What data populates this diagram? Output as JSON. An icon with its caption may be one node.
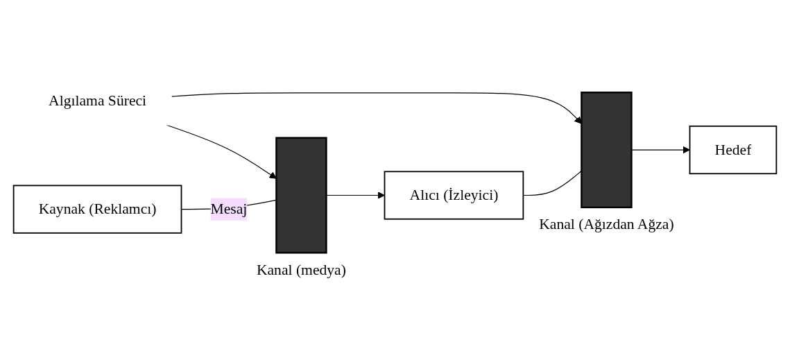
{
  "diagram": {
    "nodes": [
      {
        "text": [
          "Algılama Süreci"
        ]
      },
      {
        "text": [
          "Kaynak (Reklamcı)"
        ]
      },
      {
        "text": [],
        "shape": "bar",
        "beside": [
          "Kanal (medya)"
        ]
      },
      {
        "text": [
          "Alıcı (İzleyici)"
        ]
      },
      {
        "text": [],
        "shape": "bar",
        "beside": [
          "Kanal (Ağızdan Ağza)"
        ]
      },
      {
        "text": [
          "Hedef"
        ]
      }
    ],
    "edges": [
      {
        "from": 0,
        "to": 2,
        "arrow": "to"
      },
      {
        "from": 0,
        "to": 4,
        "arrow": "to"
      },
      {
        "from": 1,
        "to": 2,
        "arrow": "none",
        "label": "Mesaj"
      },
      {
        "from": 2,
        "to": 3,
        "arrow": "to"
      },
      {
        "from": 3,
        "to": 4,
        "arrow": "none"
      },
      {
        "from": 4,
        "to": 5,
        "arrow": "to"
      }
    ]
  }
}
